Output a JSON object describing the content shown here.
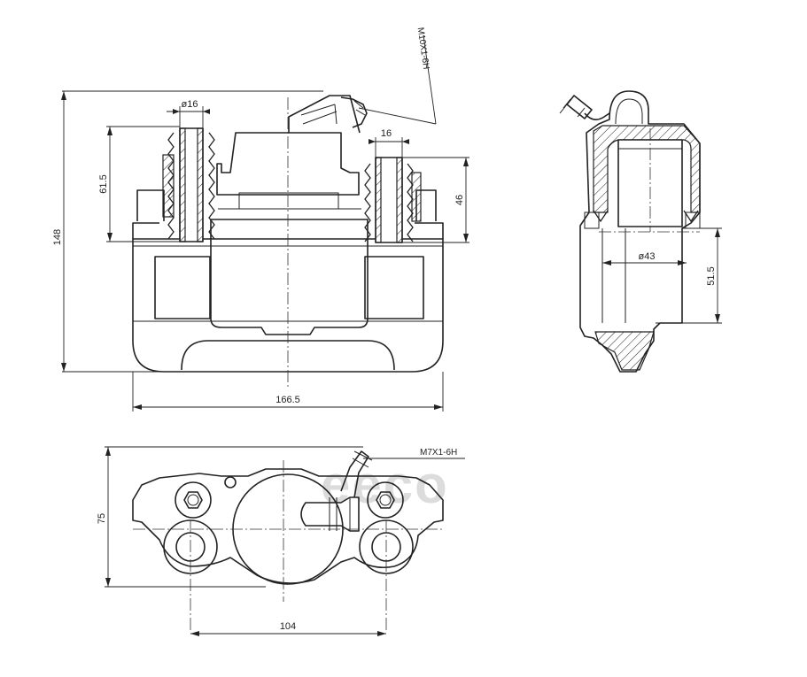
{
  "watermark_text": "eeco",
  "watermark_color": "#dcdcdc",
  "line_color": "#222222",
  "dimensions": {
    "height_total": "148",
    "height_piston_a": "61.5",
    "bore_left": "ø16",
    "bore_right": "16",
    "height_piston_b": "46",
    "width_total": "166.5",
    "thread_bleeder": "M10X1-6H",
    "piston_diameter": "ø43",
    "height_side": "51.5",
    "height_bottom": "75",
    "mount_spacing": "104",
    "thread_bottom": "M7X1-6H"
  }
}
